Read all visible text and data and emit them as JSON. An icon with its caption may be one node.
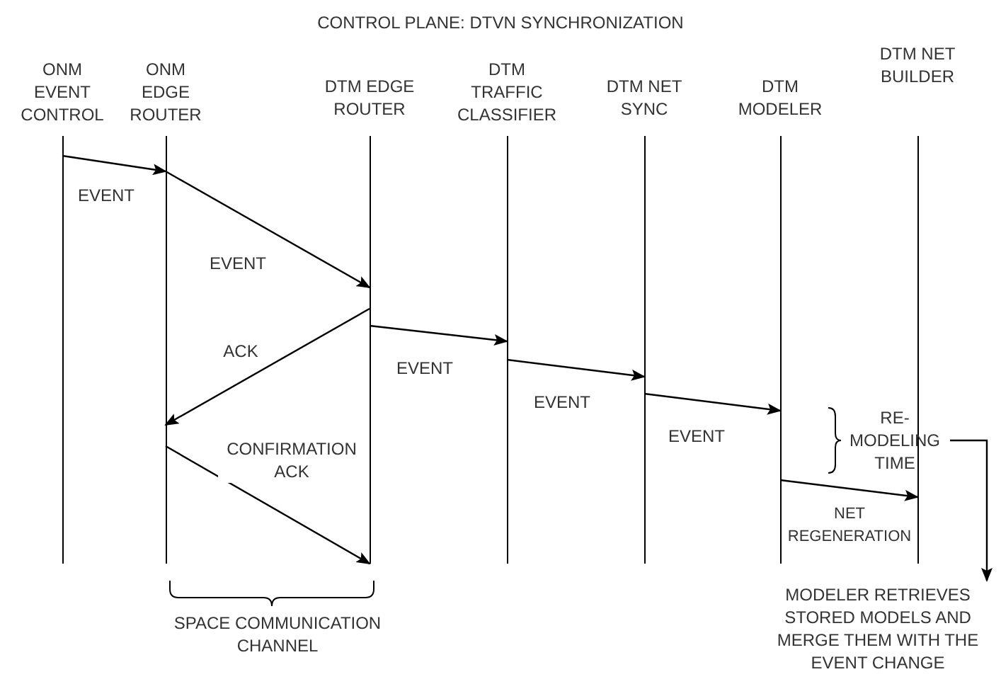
{
  "diagram": {
    "title": "CONTROL PLANE: DTVN SYNCHRONIZATION",
    "nodes": [
      {
        "text": [
          "ONM EVENT CONTROL"
        ]
      },
      {
        "text": [
          "ONM EDGE ROUTER"
        ]
      },
      {
        "text": [
          "DTM EDGE ROUTER"
        ]
      },
      {
        "text": [
          "DTM TRAFFIC CLASSIFIER"
        ]
      },
      {
        "text": [
          "DTM NET SYNC"
        ]
      },
      {
        "text": [
          "DTM MODELER"
        ]
      },
      {
        "text": [
          "DTM NET BUILDER"
        ]
      },
      {
        "text": [
          "RE-MODELING TIME"
        ]
      },
      {
        "text": [
          "MODELER RETRIEVES STORED MODELS AND MERGE THEM WITH THE EVENT CHANGE"
        ]
      }
    ],
    "edges": [
      {
        "from": 0,
        "to": 1,
        "arrow": "to",
        "label": "EVENT"
      },
      {
        "from": 1,
        "to": 2,
        "arrow": "to",
        "label": "EVENT"
      },
      {
        "from": 2,
        "to": 1,
        "arrow": "to",
        "label": "ACK"
      },
      {
        "from": 2,
        "to": 3,
        "arrow": "to",
        "label": "EVENT"
      },
      {
        "from": 3,
        "to": 4,
        "arrow": "to",
        "label": "EVENT"
      },
      {
        "from": 4,
        "to": 5,
        "arrow": "to",
        "label": "EVENT"
      },
      {
        "from": 1,
        "to": 2,
        "arrow": "to",
        "label": "CONFIRMATION ACK"
      },
      {
        "from": 5,
        "to": 6,
        "arrow": "to",
        "label": "NET REGENERATION"
      },
      {
        "from": 7,
        "to": 8,
        "arrow": "to"
      }
    ],
    "labels": [
      "SPACE COMMUNICATION CHANNEL"
    ]
  }
}
